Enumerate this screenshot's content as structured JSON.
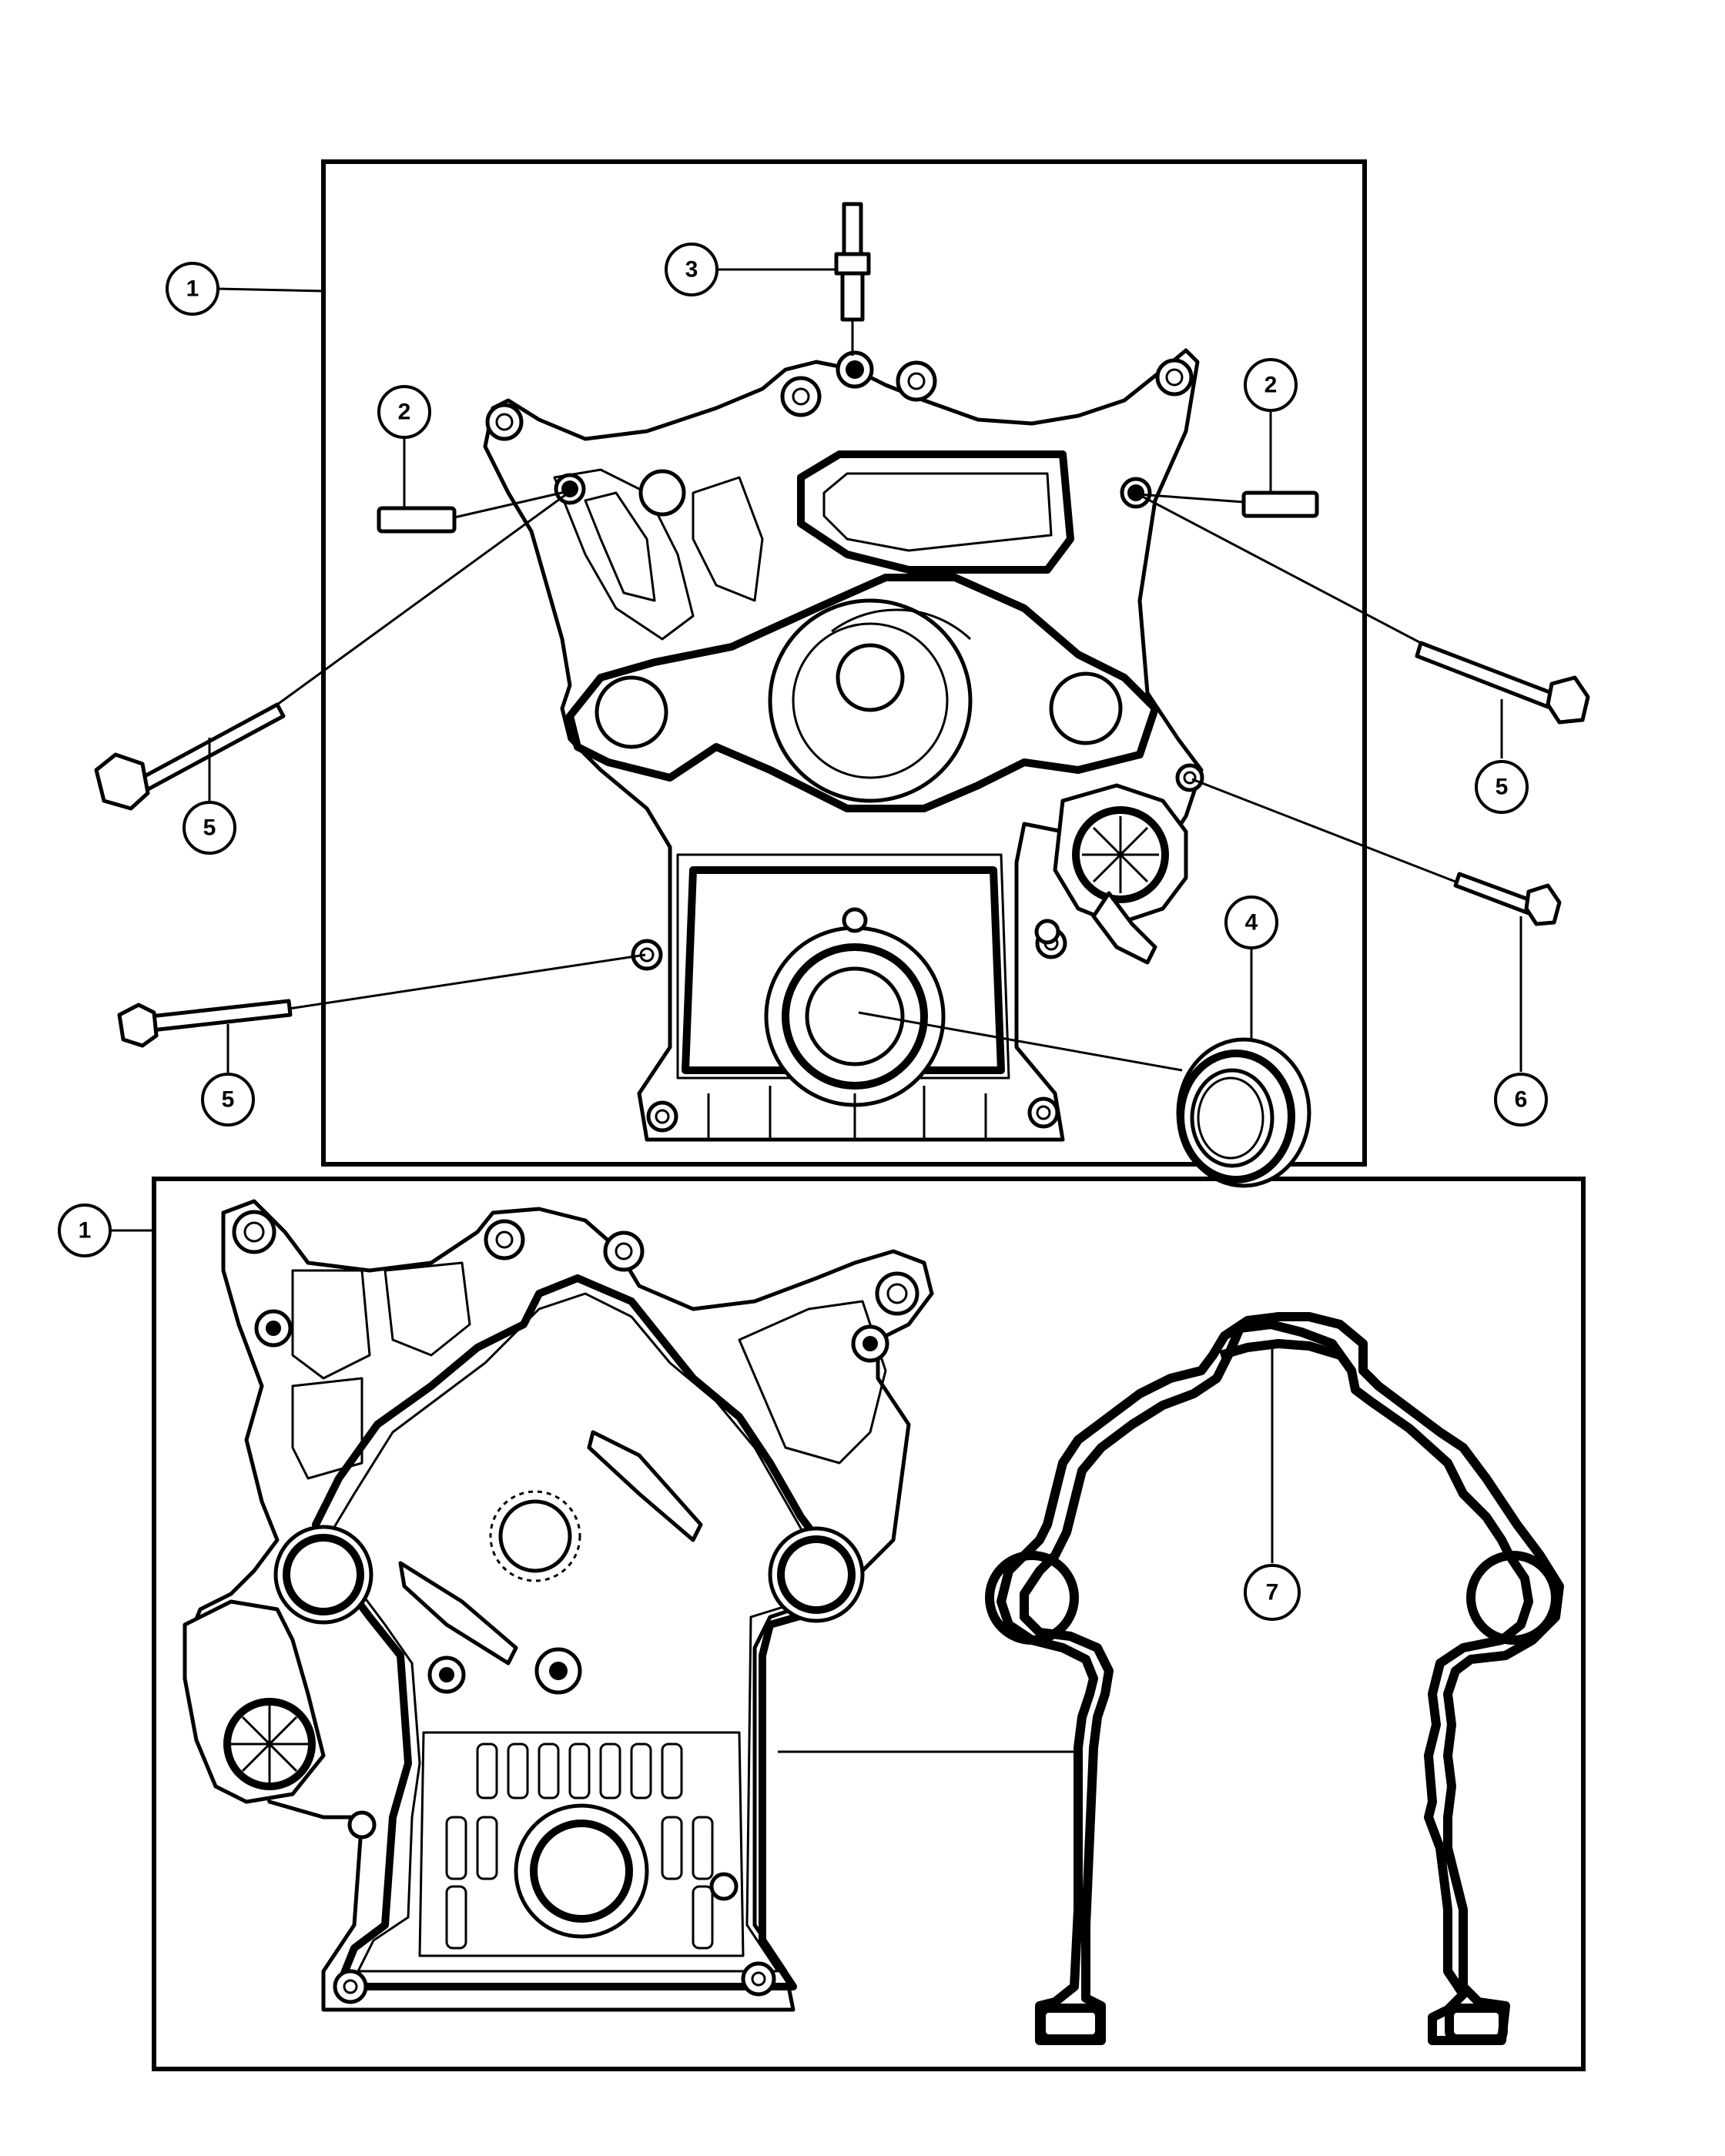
{
  "callouts": [
    {
      "id": "c1-top",
      "label": "1"
    },
    {
      "id": "c1-bottom",
      "label": "1"
    },
    {
      "id": "c2-left",
      "label": "2"
    },
    {
      "id": "c2-right",
      "label": "2"
    },
    {
      "id": "c3",
      "label": "3"
    },
    {
      "id": "c4",
      "label": "4"
    },
    {
      "id": "c5-left-upper",
      "label": "5"
    },
    {
      "id": "c5-left-lower",
      "label": "5"
    },
    {
      "id": "c5-right",
      "label": "5"
    },
    {
      "id": "c6",
      "label": "6"
    },
    {
      "id": "c7",
      "label": "7"
    }
  ]
}
